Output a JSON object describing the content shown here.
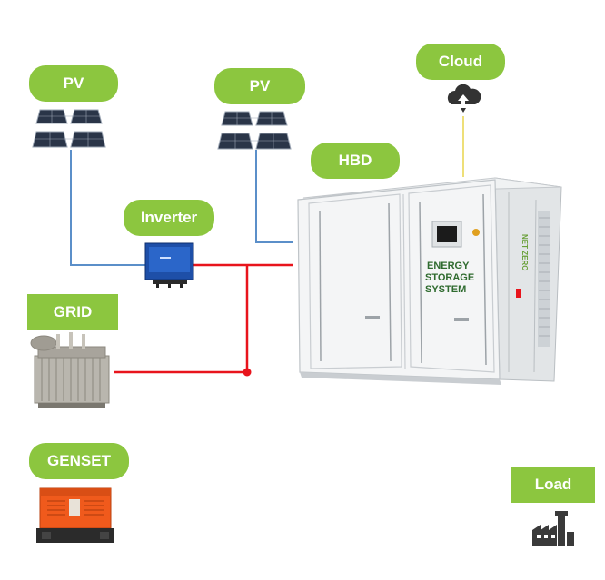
{
  "labels": {
    "pv_left": "PV",
    "pv_right": "PV",
    "cloud": "Cloud",
    "hbd": "HBD",
    "inverter": "Inverter",
    "grid": "GRID",
    "genset": "GENSET",
    "load": "Load"
  },
  "ess": {
    "line1": "ENERGY",
    "line2": "STORAGE",
    "line3": "SYSTEM",
    "brand": "NET ZERO"
  },
  "colors": {
    "label_green": "#8cc63f",
    "dc_line": "#5b8fc9",
    "ac_line": "#e8141c",
    "cloud_line": "#e8d44a"
  },
  "icons": [
    "solar-panel-icon",
    "cloud-upload-icon",
    "inverter-icon",
    "transformer-icon",
    "generator-icon",
    "factory-icon"
  ]
}
